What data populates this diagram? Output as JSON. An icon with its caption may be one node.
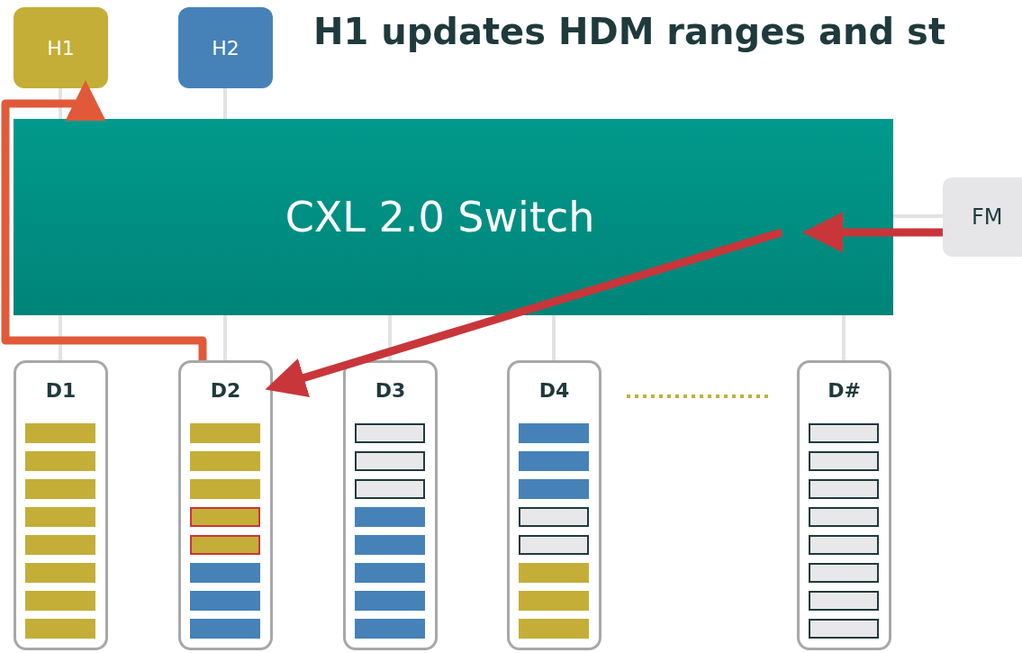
{
  "diagram": {
    "title": "H1 updates HDM ranges and st",
    "nodes": [
      {
        "text": [
          "H1"
        ]
      },
      {
        "text": [
          "H2"
        ]
      },
      {
        "text": [
          "CXL 2.0 Switch"
        ]
      },
      {
        "text": [
          "FM"
        ]
      },
      {
        "text": [
          "D1"
        ]
      },
      {
        "text": [
          "D2"
        ]
      },
      {
        "text": [
          "D3"
        ]
      },
      {
        "text": [
          "D4"
        ]
      },
      {
        "text": [
          "D#"
        ]
      },
      {
        "text": [],
        "shape": "bar",
        "in": 4
      },
      {
        "text": [],
        "shape": "bar",
        "in": 4
      },
      {
        "text": [],
        "shape": "bar",
        "in": 4
      },
      {
        "text": [],
        "shape": "bar",
        "in": 4
      },
      {
        "text": [],
        "shape": "bar",
        "in": 4
      },
      {
        "text": [],
        "shape": "bar",
        "in": 4
      },
      {
        "text": [],
        "shape": "bar",
        "in": 4
      },
      {
        "text": [],
        "shape": "bar",
        "in": 4
      },
      {
        "text": [],
        "shape": "bar",
        "in": 5
      },
      {
        "text": [],
        "shape": "bar",
        "in": 5
      },
      {
        "text": [],
        "shape": "bar",
        "in": 5
      },
      {
        "text": [],
        "shape": "bar",
        "in": 5
      },
      {
        "text": [],
        "shape": "bar",
        "in": 5
      },
      {
        "text": [],
        "shape": "bar",
        "in": 5
      },
      {
        "text": [],
        "shape": "bar",
        "in": 5
      },
      {
        "text": [],
        "shape": "bar",
        "in": 5
      },
      {
        "text": [],
        "shape": "bar",
        "in": 6
      },
      {
        "text": [],
        "shape": "bar",
        "in": 6
      },
      {
        "text": [],
        "shape": "bar",
        "in": 6
      },
      {
        "text": [],
        "shape": "bar",
        "in": 6
      },
      {
        "text": [],
        "shape": "bar",
        "in": 6
      },
      {
        "text": [],
        "shape": "bar",
        "in": 6
      },
      {
        "text": [],
        "shape": "bar",
        "in": 6
      },
      {
        "text": [],
        "shape": "bar",
        "in": 6
      },
      {
        "text": [],
        "shape": "bar",
        "in": 7
      },
      {
        "text": [],
        "shape": "bar",
        "in": 7
      },
      {
        "text": [],
        "shape": "bar",
        "in": 7
      },
      {
        "text": [],
        "shape": "bar",
        "in": 7
      },
      {
        "text": [],
        "shape": "bar",
        "in": 7
      },
      {
        "text": [],
        "shape": "bar",
        "in": 7
      },
      {
        "text": [],
        "shape": "bar",
        "in": 7
      },
      {
        "text": [],
        "shape": "bar",
        "in": 7
      },
      {
        "text": [],
        "shape": "bar",
        "in": 8
      },
      {
        "text": [],
        "shape": "bar",
        "in": 8
      },
      {
        "text": [],
        "shape": "bar",
        "in": 8
      },
      {
        "text": [],
        "shape": "bar",
        "in": 8
      },
      {
        "text": [],
        "shape": "bar",
        "in": 8
      },
      {
        "text": [],
        "shape": "bar",
        "in": 8
      },
      {
        "text": [],
        "shape": "bar",
        "in": 8
      },
      {
        "text": [],
        "shape": "bar",
        "in": 8
      }
    ],
    "edges": [
      {
        "from": 0,
        "to": 2,
        "arrow": "none"
      },
      {
        "from": 1,
        "to": 2,
        "arrow": "none"
      },
      {
        "from": 2,
        "to": 4,
        "arrow": "none"
      },
      {
        "from": 2,
        "to": 5,
        "arrow": "none"
      },
      {
        "from": 2,
        "to": 6,
        "arrow": "none"
      },
      {
        "from": 2,
        "to": 7,
        "arrow": "none"
      },
      {
        "from": 2,
        "to": 8,
        "arrow": "none"
      },
      {
        "from": 3,
        "to": 2,
        "arrow": "none"
      },
      {
        "from": 3,
        "to": 2,
        "arrow": "to",
        "style": "thick",
        "color": "#c8363a"
      },
      {
        "from": 2,
        "to": 5,
        "arrow": "to",
        "style": "thick",
        "color": "#c8363a"
      },
      {
        "from": 5,
        "to": 0,
        "arrow": "to",
        "style": "thick",
        "color": "#e05a3a"
      }
    ]
  }
}
